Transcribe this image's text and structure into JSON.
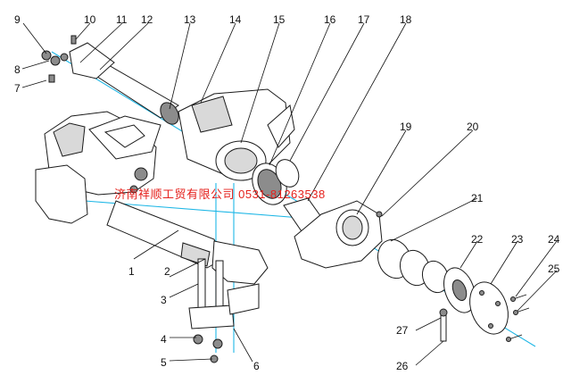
{
  "part_numbers": [
    "1",
    "2",
    "3",
    "4",
    "5",
    "6",
    "7",
    "8",
    "9",
    "10",
    "11",
    "12",
    "13",
    "14",
    "15",
    "16",
    "17",
    "18",
    "19",
    "20",
    "21",
    "22",
    "23",
    "24",
    "25",
    "26",
    "27"
  ],
  "watermark": "济南祥顺工贸有限公司  0531-81263538",
  "colors": {
    "axis": "#1fb7e6",
    "watermark": "#e5221d",
    "ink": "#111111"
  }
}
